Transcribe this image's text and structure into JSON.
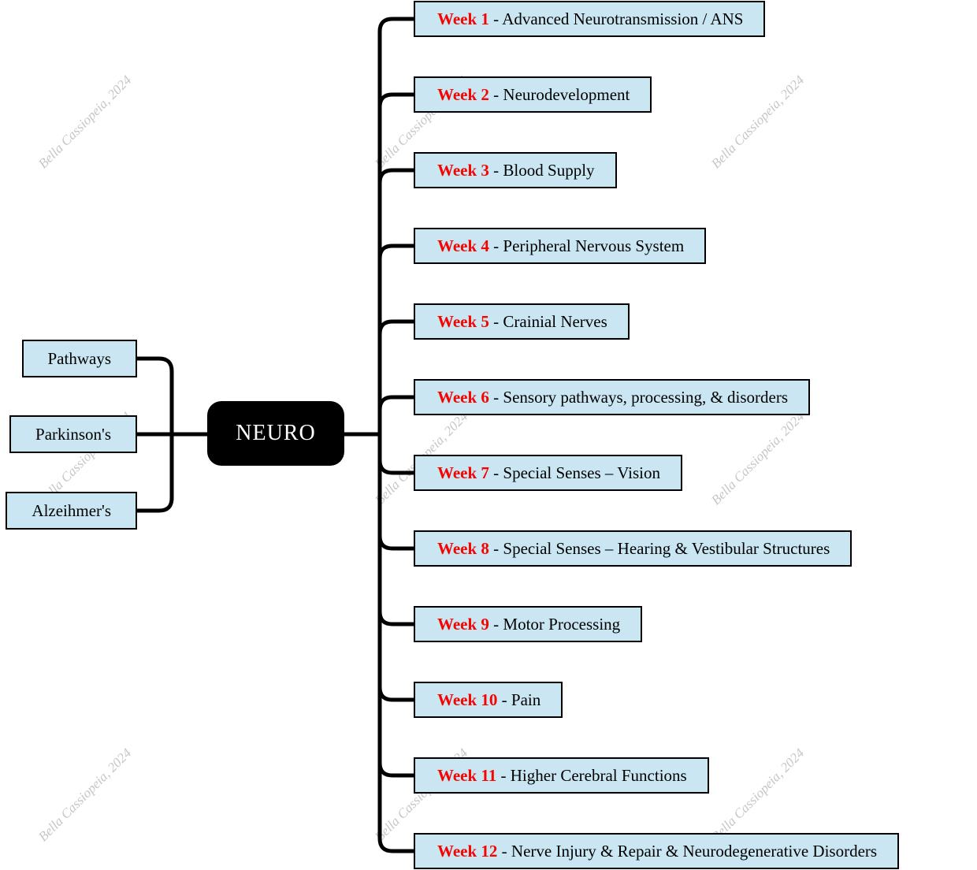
{
  "center": {
    "label": "NEURO"
  },
  "left_branches": [
    {
      "label": "Pathways"
    },
    {
      "label": "Parkinson's"
    },
    {
      "label": "Alzeihmer's"
    }
  ],
  "separator": " - ",
  "weeks": [
    {
      "num": "Week 1",
      "title": "Advanced Neurotransmission / ANS"
    },
    {
      "num": "Week 2",
      "title": "Neurodevelopment"
    },
    {
      "num": "Week 3",
      "title": "Blood Supply"
    },
    {
      "num": "Week 4",
      "title": "Peripheral Nervous System"
    },
    {
      "num": "Week 5",
      "title": "Crainial Nerves"
    },
    {
      "num": "Week 6",
      "title": "Sensory pathways, processing, & disorders"
    },
    {
      "num": "Week 7",
      "title": "Special Senses – Vision"
    },
    {
      "num": "Week 8",
      "title": "Special Senses – Hearing & Vestibular Structures"
    },
    {
      "num": "Week 9",
      "title": "Motor Processing"
    },
    {
      "num": "Week 10",
      "title": "Pain"
    },
    {
      "num": "Week 11",
      "title": "Higher Cerebral Functions"
    },
    {
      "num": "Week 12",
      "title": "Nerve Injury & Repair & Neurodegenerative Disorders"
    }
  ],
  "watermark": {
    "text": "Bella Cassiopeia, 2024"
  },
  "colors": {
    "box_fill": "#c9e6f2",
    "box_border": "#000000",
    "week_label_red": "#f80400",
    "line": "#000000",
    "center_bg": "#000000",
    "center_text": "#ffffff",
    "watermark_gray": "#c6c6c6"
  }
}
